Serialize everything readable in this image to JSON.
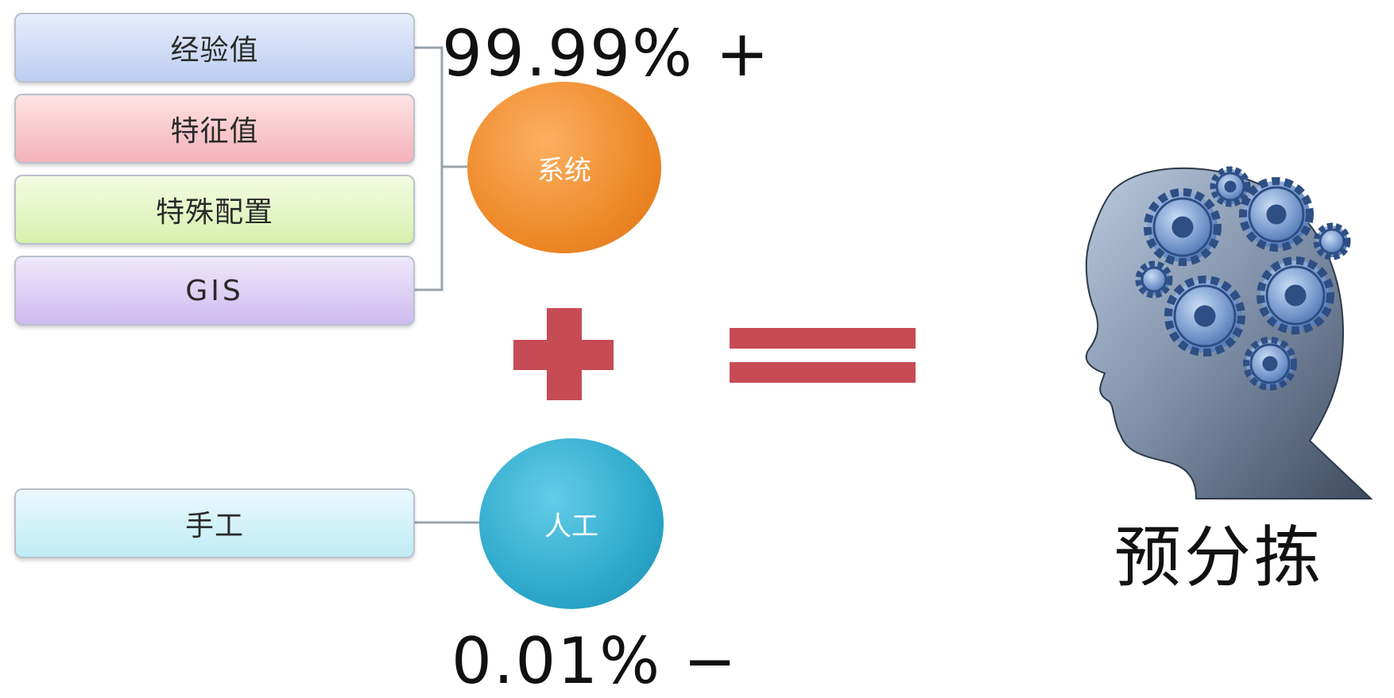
{
  "boxes": {
    "experience": "经验值",
    "feature": "特征值",
    "special_config": "特殊配置",
    "gis": "GIS",
    "manual_work": "手工"
  },
  "circles": {
    "system": "系统",
    "manual": "人工"
  },
  "percentages": {
    "system": "99.99% +",
    "manual": "0.01% −"
  },
  "result": "预分拣",
  "colors": {
    "system_circle": "#ed8625",
    "manual_circle": "#2ba6c9",
    "operator": "#c64b55"
  },
  "icons": [
    "plus-icon",
    "equals-icon",
    "brain-gears-icon"
  ]
}
